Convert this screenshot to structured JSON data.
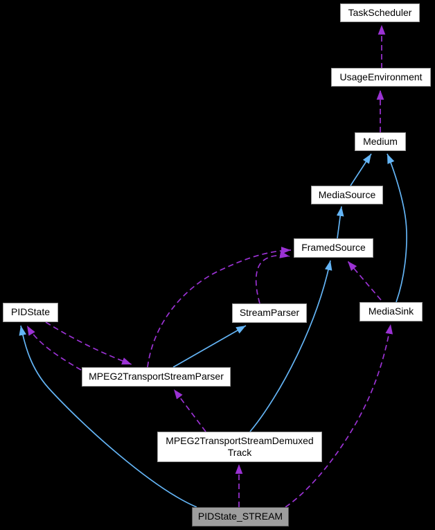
{
  "diagram": {
    "kind": "class-collaboration-graph",
    "focus_node": "PIDState_STREAM"
  },
  "colors": {
    "background": "#000000",
    "node_fill": "#ffffff",
    "node_border": "#999999",
    "selected_fill": "#9e9e9e",
    "selected_border": "#565656",
    "text_color": "#000000",
    "inheritance_edge": "#64b5f6",
    "usage_edge": "#9b32d4"
  },
  "nodes": {
    "task_scheduler": "TaskScheduler",
    "usage_environment": "UsageEnvironment",
    "medium": "Medium",
    "media_source": "MediaSource",
    "framed_source": "FramedSource",
    "pid_state": "PIDState",
    "stream_parser": "StreamParser",
    "media_sink": "MediaSink",
    "mpeg2_transport_stream_parser": "MPEG2TransportStreamParser",
    "mpeg2_transport_stream_demuxed_track_line1": "MPEG2TransportStreamDemuxed",
    "mpeg2_transport_stream_demuxed_track_line2": "Track",
    "pid_state_stream": "PIDState_STREAM"
  },
  "edges": [
    {
      "from": "UsageEnvironment",
      "to": "TaskScheduler",
      "type": "usage",
      "style": "dashed"
    },
    {
      "from": "Medium",
      "to": "UsageEnvironment",
      "type": "usage",
      "style": "dashed"
    },
    {
      "from": "MediaSource",
      "to": "Medium",
      "type": "inheritance",
      "style": "solid"
    },
    {
      "from": "MediaSink",
      "to": "Medium",
      "type": "inheritance",
      "style": "solid"
    },
    {
      "from": "FramedSource",
      "to": "MediaSource",
      "type": "inheritance",
      "style": "solid"
    },
    {
      "from": "MPEG2TransportStreamDemuxedTrack",
      "to": "FramedSource",
      "type": "inheritance",
      "style": "solid"
    },
    {
      "from": "MediaSink",
      "to": "FramedSource",
      "type": "usage",
      "style": "dashed"
    },
    {
      "from": "StreamParser",
      "to": "FramedSource",
      "type": "usage",
      "style": "dashed"
    },
    {
      "from": "MPEG2TransportStreamParser",
      "to": "FramedSource",
      "type": "usage",
      "style": "dashed"
    },
    {
      "from": "MPEG2TransportStreamParser",
      "to": "StreamParser",
      "type": "inheritance",
      "style": "solid"
    },
    {
      "from": "PIDState",
      "to": "MPEG2TransportStreamParser",
      "type": "usage",
      "style": "dashed"
    },
    {
      "from": "MPEG2TransportStreamParser",
      "to": "PIDState",
      "type": "usage",
      "style": "dashed"
    },
    {
      "from": "MPEG2TransportStreamDemuxedTrack",
      "to": "MPEG2TransportStreamParser",
      "type": "usage",
      "style": "dashed"
    },
    {
      "from": "PIDState_STREAM",
      "to": "PIDState",
      "type": "inheritance",
      "style": "solid"
    },
    {
      "from": "PIDState_STREAM",
      "to": "MPEG2TransportStreamDemuxedTrack",
      "type": "usage",
      "style": "dashed"
    },
    {
      "from": "PIDState_STREAM",
      "to": "MediaSink",
      "type": "usage",
      "style": "dashed"
    }
  ]
}
